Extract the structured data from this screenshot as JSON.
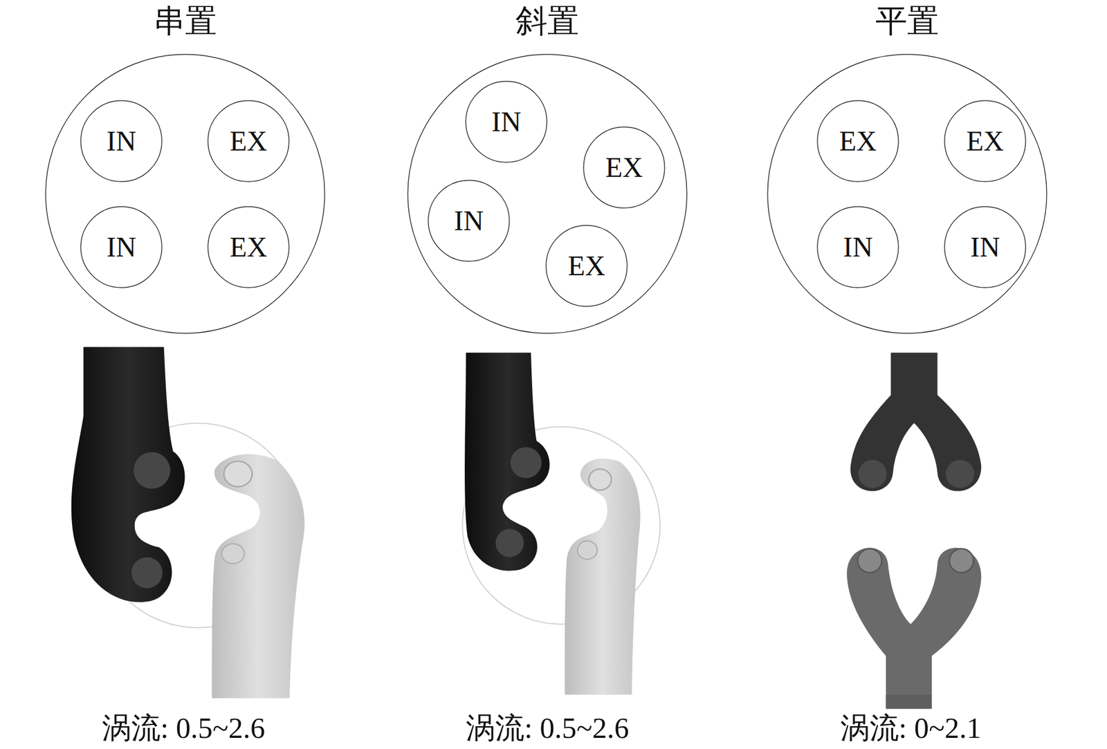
{
  "diagram": {
    "nodes": [
      {
        "text": [
          "串置"
        ]
      },
      {
        "text": [
          "IN"
        ],
        "in": 0
      },
      {
        "text": [
          "EX"
        ],
        "in": 0
      },
      {
        "text": [
          "IN"
        ],
        "in": 0
      },
      {
        "text": [
          "EX"
        ],
        "in": 0
      },
      {
        "text": [
          "斜置"
        ]
      },
      {
        "text": [
          "IN"
        ],
        "in": 5
      },
      {
        "text": [
          "EX"
        ],
        "in": 5
      },
      {
        "text": [
          "IN"
        ],
        "in": 5
      },
      {
        "text": [
          "EX"
        ],
        "in": 5
      },
      {
        "text": [
          "平置"
        ]
      },
      {
        "text": [
          "EX"
        ],
        "in": 10
      },
      {
        "text": [
          "EX"
        ],
        "in": 10
      },
      {
        "text": [
          "IN"
        ],
        "in": 10
      },
      {
        "text": [
          "IN"
        ],
        "in": 10
      }
    ],
    "labels": [
      "涡流: 0.5~2.6",
      "涡流: 0.5~2.6",
      "涡流: 0~2.1"
    ]
  }
}
